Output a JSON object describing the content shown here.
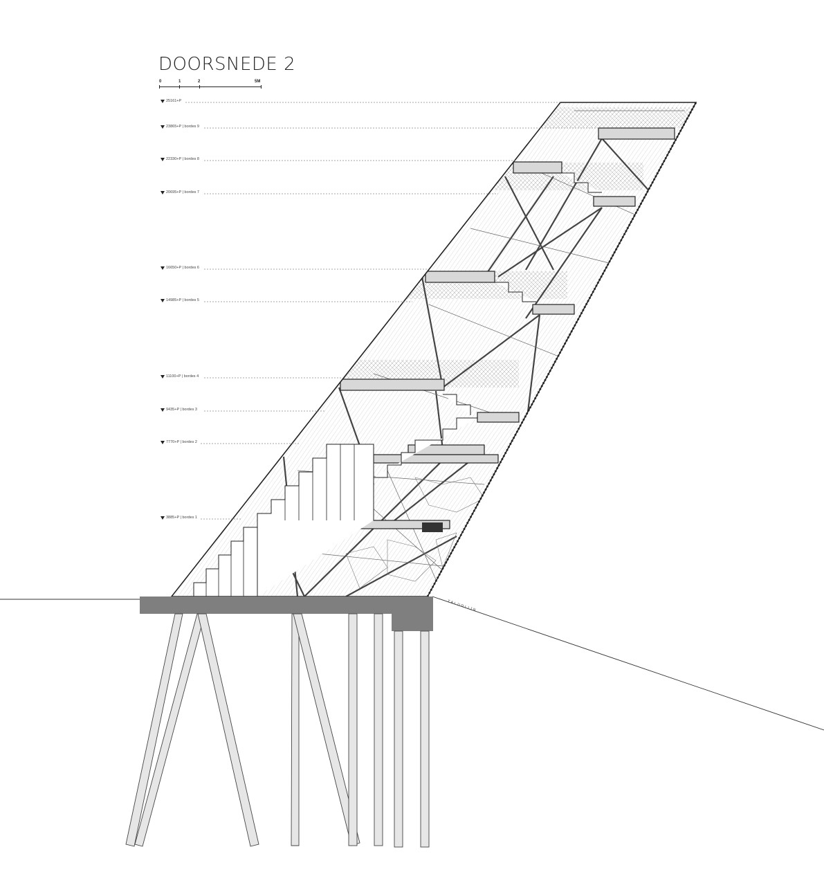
{
  "title": "DOORSNEDE 2",
  "scale": {
    "labels": [
      "0",
      "1",
      "2",
      "5M"
    ]
  },
  "levels": [
    {
      "id": "top",
      "label": "25161+P"
    },
    {
      "id": "bordes9",
      "label": "23865+P | bordes 9"
    },
    {
      "id": "bordes8",
      "label": "22330+P | bordes 8"
    },
    {
      "id": "bordes7",
      "label": "20695+P | bordes 7"
    },
    {
      "id": "bordes6",
      "label": "16650+P | bordes 6"
    },
    {
      "id": "bordes5",
      "label": "14985+P | bordes 5"
    },
    {
      "id": "bordes4",
      "label": "11100+P | bordes 4"
    },
    {
      "id": "bordes3",
      "label": "9435+P | bordes 3"
    },
    {
      "id": "bordes2",
      "label": "7770+P | bordes 2"
    },
    {
      "id": "bordes1",
      "label": "3885+P | bordes 1"
    }
  ],
  "ground_label": "TALUDLIJN",
  "colors": {
    "ink": "#222222",
    "concrete": "#7f7f80",
    "pile_fill": "#e6e6e6",
    "hatch": "#9a9a9a"
  }
}
